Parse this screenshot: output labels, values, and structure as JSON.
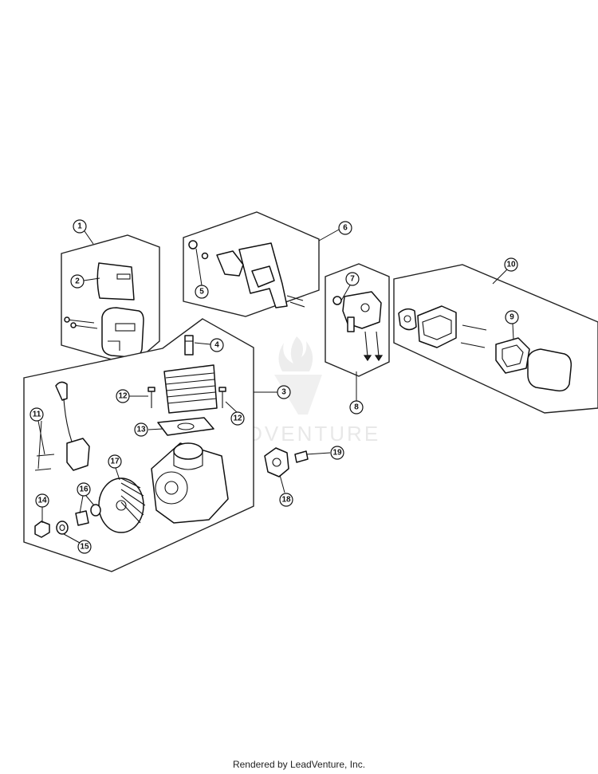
{
  "watermark": {
    "text": "LEADVENTURE"
  },
  "footer": {
    "credit": "Rendered by LeadVenture, Inc."
  },
  "callouts": [
    "1",
    "2",
    "3",
    "4",
    "5",
    "6",
    "7",
    "8",
    "9",
    "10",
    "11",
    "12",
    "12",
    "13",
    "14",
    "15",
    "16",
    "17",
    "18",
    "19"
  ]
}
